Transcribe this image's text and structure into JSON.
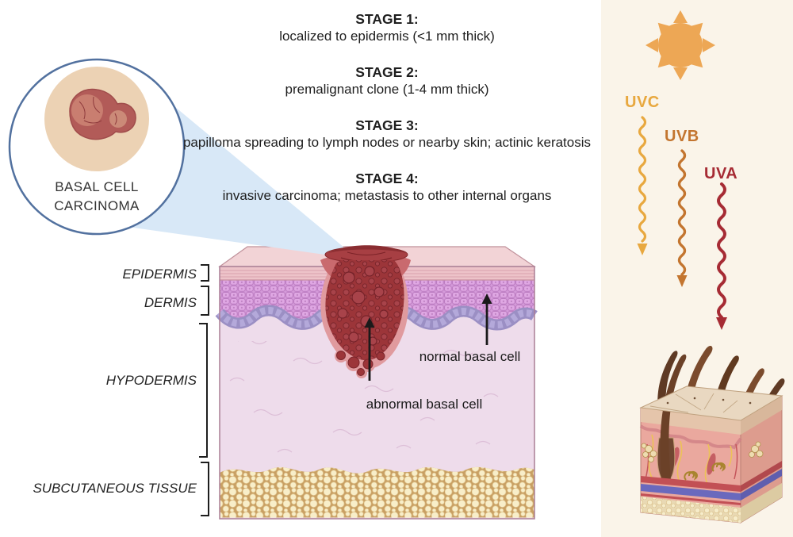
{
  "stages": [
    {
      "heading": "STAGE 1:",
      "body": "localized to epidermis (<1 mm thick)"
    },
    {
      "heading": "STAGE 2:",
      "body": "premalignant clone (1-4 mm thick)"
    },
    {
      "heading": "STAGE 3:",
      "body": "papilloma spreading to lymph nodes or nearby skin; actinic keratosis"
    },
    {
      "heading": "STAGE 4:",
      "body": "invasive carcinoma; metastasis to other internal organs"
    }
  ],
  "inset": {
    "label": "BASAL CELL CARCINOMA"
  },
  "layer_labels": {
    "epidermis": "EPIDERMIS",
    "dermis": "DERMIS",
    "hypodermis": "HYPODERMIS",
    "subcutaneous": "SUBCUTANEOUS TISSUE"
  },
  "cell_annotations": {
    "normal": "normal basal cell",
    "abnormal": "abnormal basal cell"
  },
  "uv_rays": {
    "uvc": "UVC",
    "uvb": "UVB",
    "uva": "UVA"
  },
  "colors": {
    "panel_bg": "#faf4e9",
    "sun": "#eda755",
    "uvc": "#e8a83f",
    "uvb": "#c3752f",
    "uva": "#a62b34",
    "beam": "#d8e8f7",
    "circle_border": "#52719f",
    "tumor": "#9c3539"
  }
}
